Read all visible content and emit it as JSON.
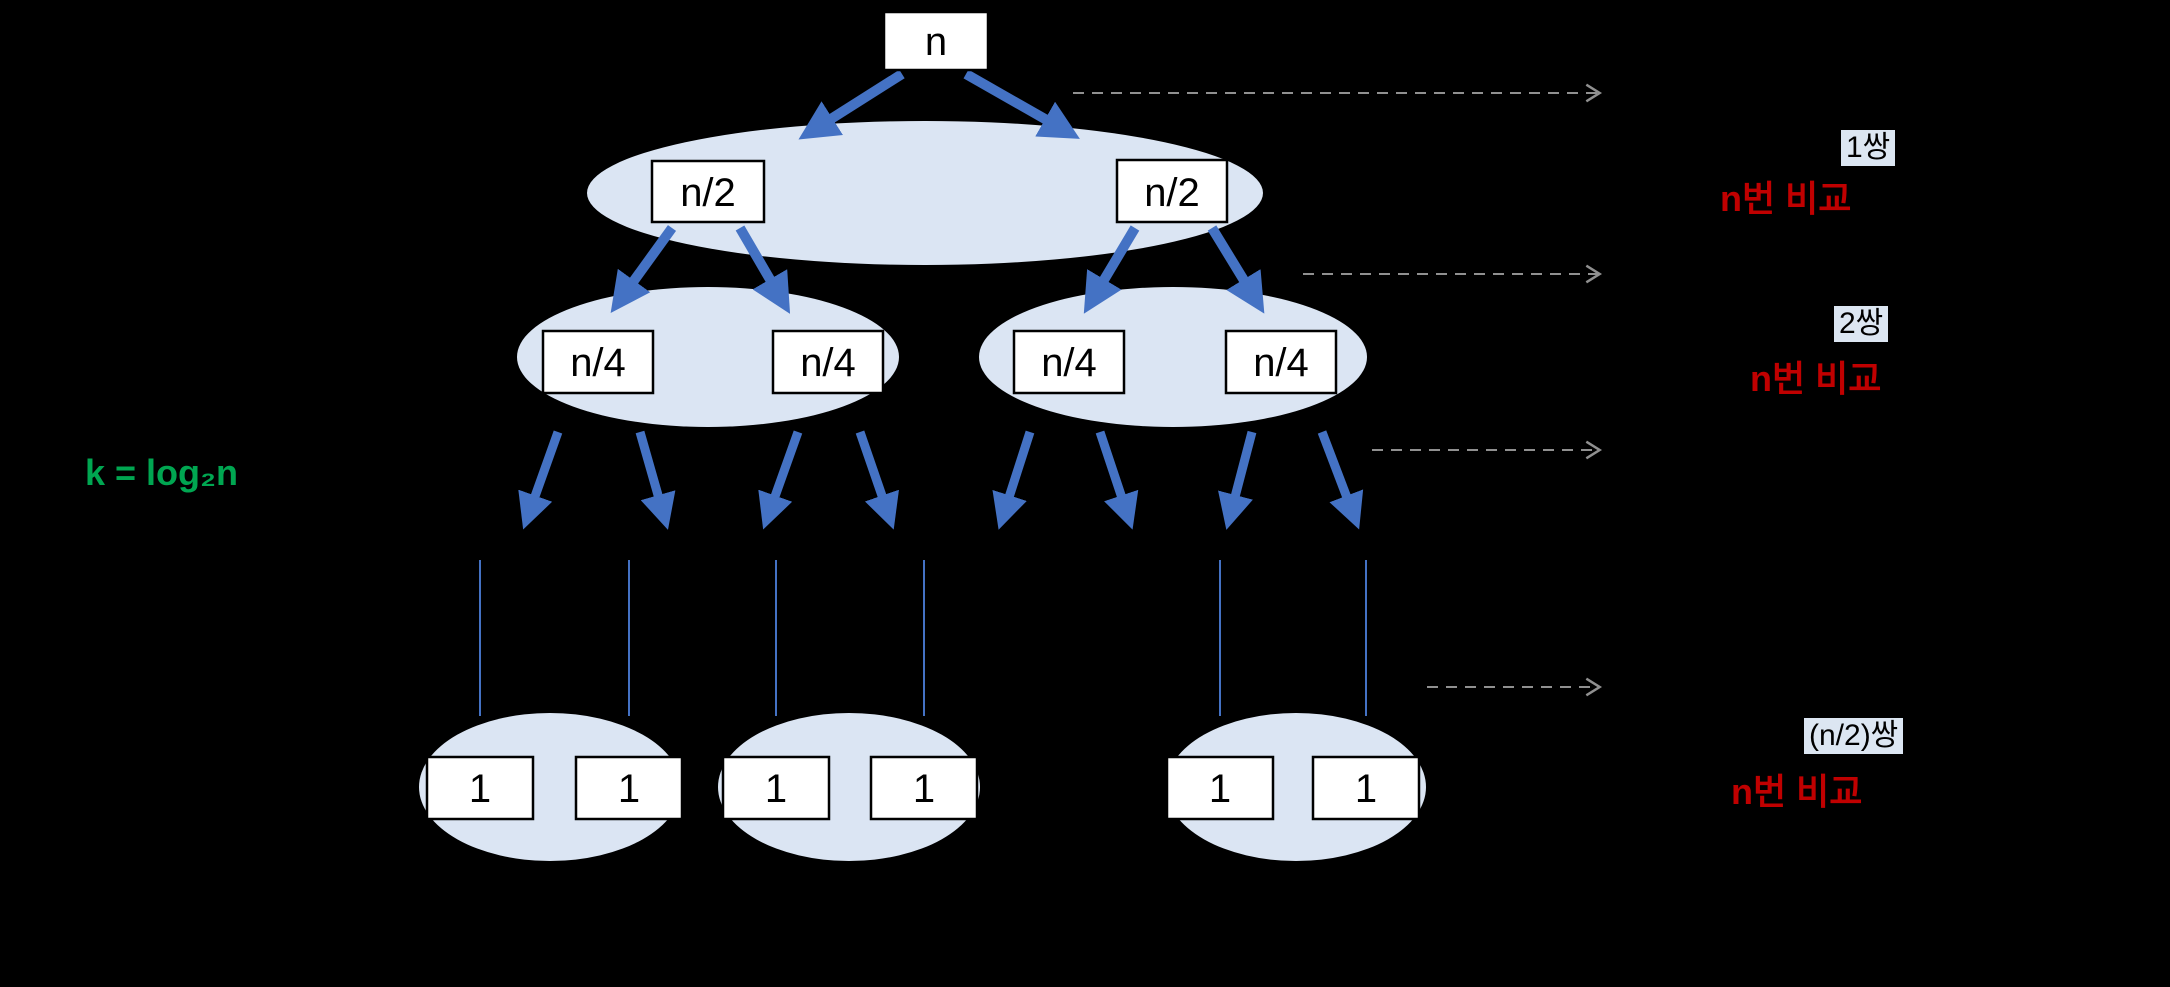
{
  "colors": {
    "background": "#000000",
    "ellipse_fill": "#dbe5f3",
    "arrow_blue": "#4472c4",
    "connector_blue": "#4472c4",
    "dashed_gray": "#909090",
    "node_fill": "#ffffff",
    "node_border": "#000000",
    "pair_highlight_bg": "#dce6f2",
    "comparison_red": "#c00000",
    "formula_green": "#00a651"
  },
  "tree": {
    "root_label": "n",
    "level2_labels": [
      "n/2",
      "n/2"
    ],
    "level3_labels": [
      "n/4",
      "n/4",
      "n/4",
      "n/4"
    ],
    "leaf_labels": [
      "1",
      "1",
      "1",
      "1",
      "1",
      "1"
    ]
  },
  "annotations": {
    "k_formula": "k = log₂n",
    "levels": [
      {
        "pair_count": "1쌍",
        "comparisons": "n번 비교"
      },
      {
        "pair_count": "2쌍",
        "comparisons": "n번 비교"
      },
      {
        "pair_count": "(n/2)쌍",
        "comparisons": "n번 비교"
      }
    ]
  }
}
